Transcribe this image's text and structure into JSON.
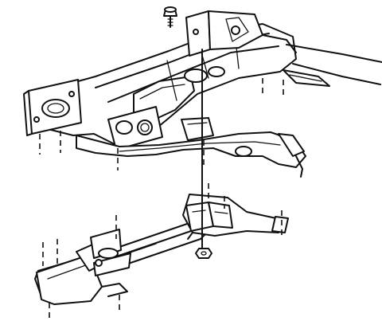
{
  "figure": {
    "type": "exploded-assembly-line-drawing",
    "background": "#ffffff",
    "ink": "#111111",
    "parts": [
      {
        "id": "upper-frame-crossmember",
        "icon": "frame-rail-icon"
      },
      {
        "id": "lower-crossmember",
        "icon": "crossmember-icon"
      },
      {
        "id": "bolt",
        "icon": "bolt-icon"
      },
      {
        "id": "nut",
        "icon": "nut-icon"
      },
      {
        "id": "mounting-bracket",
        "icon": "bracket-icon"
      }
    ]
  }
}
